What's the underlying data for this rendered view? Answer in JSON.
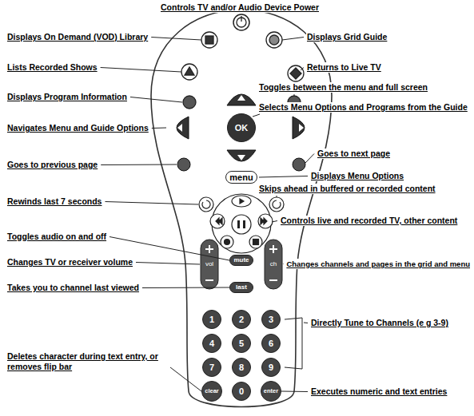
{
  "diagram": {
    "nodes": [
      {
        "text": [
          "OK"
        ]
      },
      {
        "text": [
          "menu"
        ]
      },
      {
        "text": [
          "mute"
        ]
      },
      {
        "text": [
          "last"
        ]
      },
      {
        "text": [
          "1"
        ]
      },
      {
        "text": [
          "2"
        ]
      },
      {
        "text": [
          "3"
        ]
      },
      {
        "text": [
          "4"
        ]
      },
      {
        "text": [
          "5"
        ]
      },
      {
        "text": [
          "6"
        ]
      },
      {
        "text": [
          "7"
        ]
      },
      {
        "text": [
          "8"
        ]
      },
      {
        "text": [
          "9"
        ]
      },
      {
        "text": [
          "clear"
        ]
      },
      {
        "text": [
          "0"
        ]
      },
      {
        "text": [
          "enter"
        ]
      }
    ],
    "labels": [
      "Controls TV and/or Audio Device Power",
      "Displays On Demand (VOD) Library",
      "Displays Grid Guide",
      "Lists Recorded Shows",
      "Returns to Live TV",
      "Toggles between the menu and full screen",
      "Displays Program Information",
      "Selects Menu Options and Programs from the Guide",
      "Navigates Menu and Guide Options",
      "Goes to next page",
      "Goes to previous page",
      "Displays Menu Options",
      "Skips ahead in buffered or recorded content",
      "Rewinds last 7 seconds",
      "Controls live and recorded TV, other content",
      "Toggles audio on and off",
      "Changes TV or receiver volume",
      "Changes channels and pages in the grid and menu",
      "Takes you to channel last viewed",
      "Directly Tune to Channels (e g 3-9)",
      "Deletes character during text entry, or removes flip bar",
      "Executes numeric and text entries",
      "vol",
      "ch"
    ]
  }
}
